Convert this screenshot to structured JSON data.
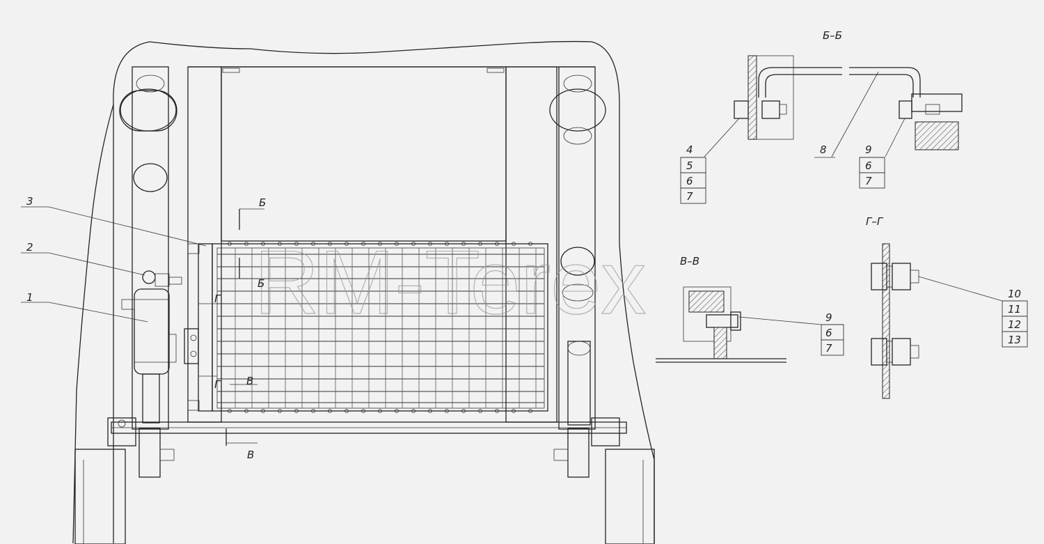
{
  "watermark": "RM-Terex",
  "section_titles": {
    "bb": "Б–Б",
    "gg": "Г–Г",
    "vv": "В–В"
  },
  "callouts": {
    "item1": "1",
    "item2": "2",
    "item3": "3",
    "bb_left": [
      "4",
      "5",
      "6",
      "7"
    ],
    "bb_mid": "8",
    "bb_right": [
      "9",
      "6",
      "7"
    ],
    "vv": [
      "9",
      "6",
      "7"
    ],
    "gg": [
      "10",
      "11",
      "12",
      "13"
    ]
  },
  "section_marks": {
    "b_top": "Б",
    "b_bottom": "Б",
    "v_mid": "В",
    "v_bottom": "В",
    "g_top": "Г",
    "g_bottom": "Г"
  }
}
